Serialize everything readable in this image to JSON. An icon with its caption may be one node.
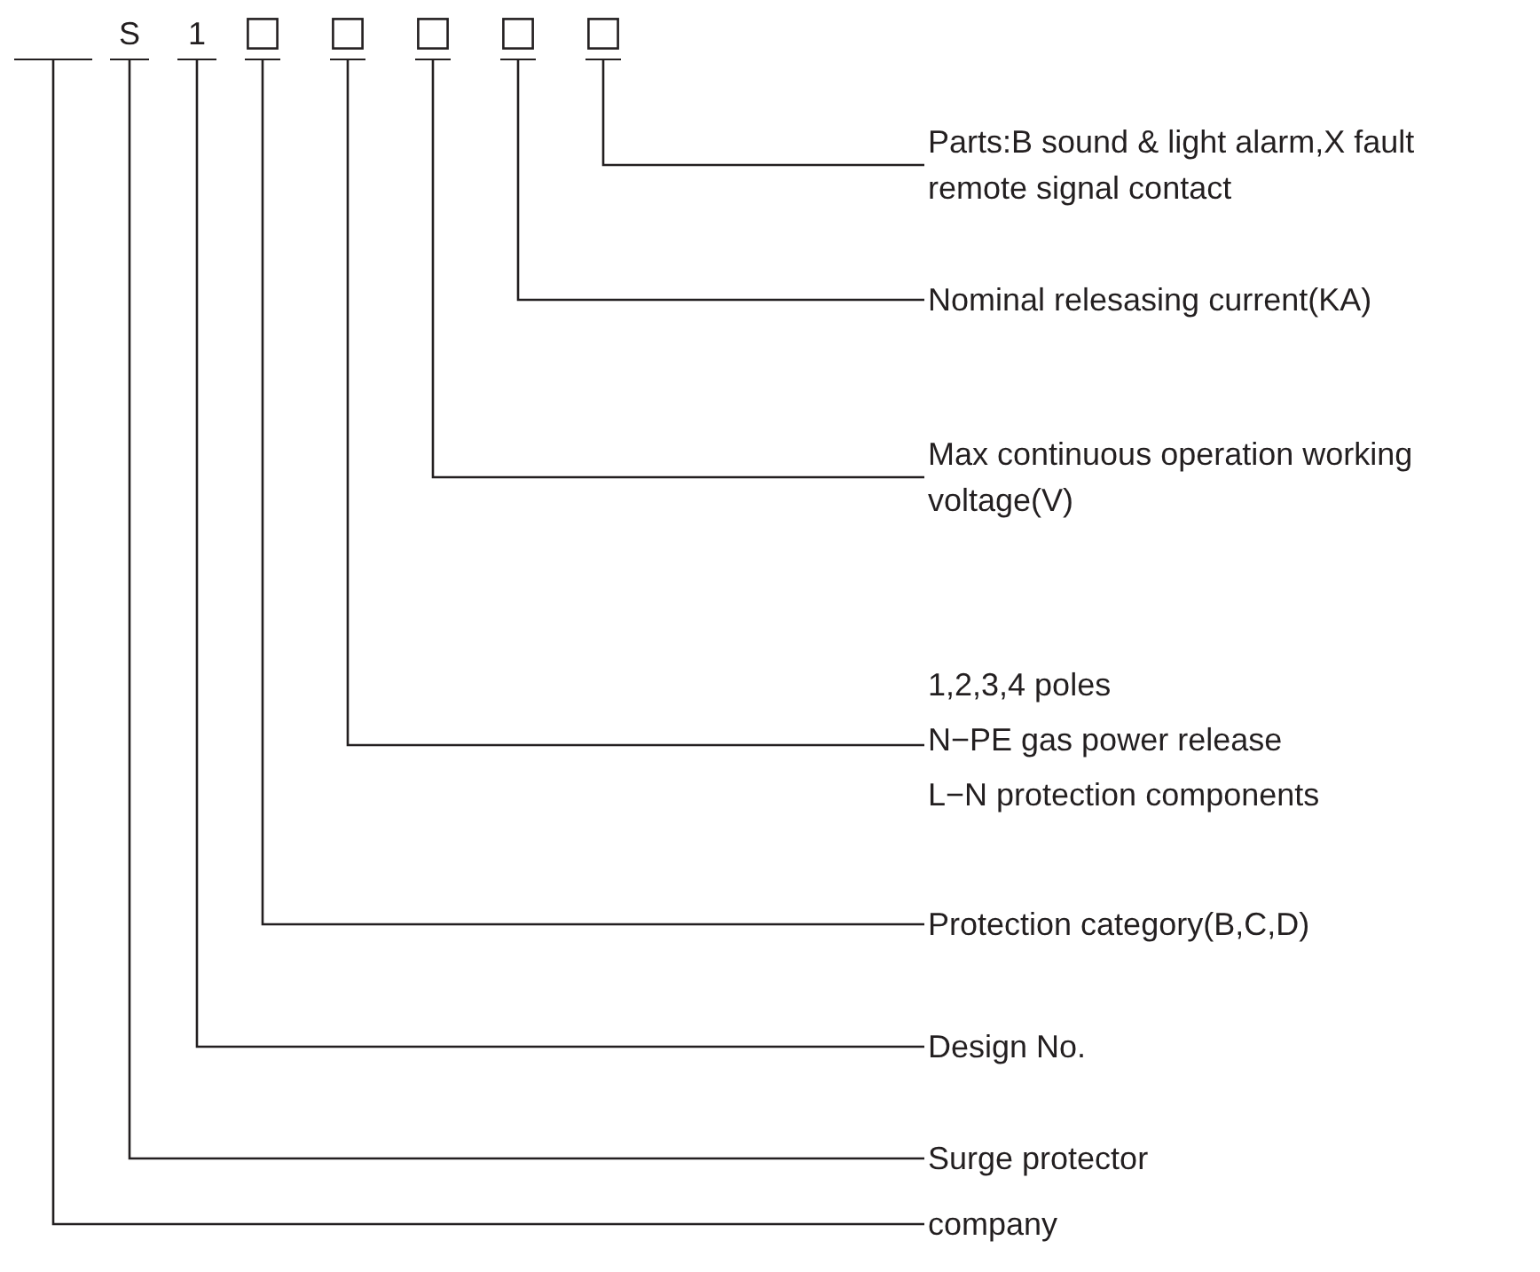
{
  "diagram": {
    "nodes": [
      {
        "text": [],
        "shape": "bar"
      },
      {
        "text": [
          "S"
        ]
      },
      {
        "text": [
          "1"
        ]
      },
      {
        "text": [],
        "shape": "box"
      },
      {
        "text": [],
        "shape": "box"
      },
      {
        "text": [],
        "shape": "box"
      },
      {
        "text": [],
        "shape": "box"
      },
      {
        "text": [],
        "shape": "box"
      },
      {
        "text": [
          "Parts:B sound & light alarm,X fault remote signal contact"
        ]
      },
      {
        "text": [
          "Nominal relesasing current(KA)"
        ]
      },
      {
        "text": [
          "Max continuous operation working voltage(V)"
        ]
      },
      {
        "text": [
          "1,2,3,4 poles",
          "N−PE gas power release",
          "L−N protection components"
        ]
      },
      {
        "text": [
          "Protection category(B,C,D)"
        ]
      },
      {
        "text": [
          "Design No."
        ]
      },
      {
        "text": [
          "Surge protector"
        ]
      },
      {
        "text": [
          "company"
        ]
      }
    ],
    "edges": [
      {
        "from": 8,
        "to": 7,
        "arrow": "none"
      },
      {
        "from": 9,
        "to": 6,
        "arrow": "none"
      },
      {
        "from": 10,
        "to": 5,
        "arrow": "none"
      },
      {
        "from": 11,
        "to": 4,
        "arrow": "none"
      },
      {
        "from": 12,
        "to": 3,
        "arrow": "none"
      },
      {
        "from": 13,
        "to": 2,
        "arrow": "none"
      },
      {
        "from": 14,
        "to": 1,
        "arrow": "none"
      },
      {
        "from": 15,
        "to": 0,
        "arrow": "none"
      }
    ]
  }
}
